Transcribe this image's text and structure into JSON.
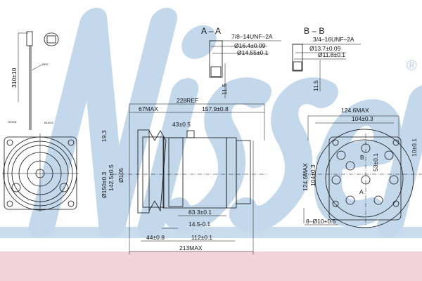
{
  "watermark": {
    "text": "Nissens",
    "registered": "®",
    "color": "#b9cfe6"
  },
  "band_colors": {
    "blue": "#c9dcee",
    "pink": "#f2d3dc"
  },
  "wire_view": {
    "length": "310±10",
    "label_wire": "RED",
    "label_left": "DIODE",
    "label_right": "BLACK"
  },
  "section_aa": {
    "title": "A – A",
    "thread": "7/8–14UNF–2A",
    "d1": "Ø16.4±0.09",
    "d2": "Ø14.55±0.1",
    "depth": "11.5"
  },
  "section_bb": {
    "title": "B – B",
    "thread": "3/4–16UNF–2A",
    "d1": "Ø13.7±0.09",
    "d2": "Ø11.8±0.1",
    "depth": "11.5"
  },
  "side_view": {
    "overall_ref": "228REF",
    "clutch_max": "67MAX",
    "body": "157.9±0.8",
    "port": "43±0.5",
    "pulley_w": "19.3",
    "d150": "Ø150±0.3",
    "d142": "142.5±0.5",
    "d105": "Ø105",
    "d83": "83.3±0.1",
    "d14": "14.5-0.1",
    "d44": "44±0.8",
    "d112": "112±0.1",
    "overall_max": "213MAX"
  },
  "rear_view": {
    "width_max": "124.6MAX",
    "bolt_w": "104±0.3",
    "height_max": "124.6MAX",
    "bolt_h": "104±0.3",
    "offset": "53±0.1",
    "edge": "10±0.1",
    "holes": "8–Ø10+0.5",
    "port_a": "A",
    "port_b": "B"
  }
}
